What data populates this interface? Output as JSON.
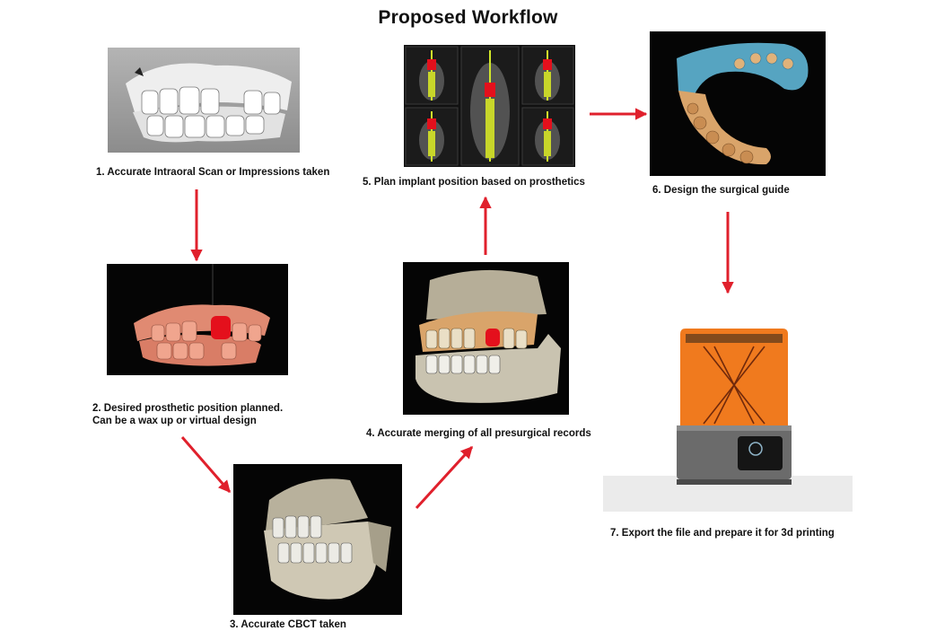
{
  "title": "Proposed Workflow",
  "steps": [
    {
      "label": "1. Accurate Intraoral Scan or Impressions taken"
    },
    {
      "label": "2. Desired prosthetic position planned.",
      "label_line2": "Can be a wax up or virtual design"
    },
    {
      "label": "3. Accurate CBCT taken"
    },
    {
      "label": "4. Accurate merging of all presurgical records"
    },
    {
      "label": "5. Plan implant position based on prosthetics"
    },
    {
      "label": "6. Design the surgical guide"
    },
    {
      "label": "7. Export the file and prepare it for 3d printing"
    }
  ],
  "colors": {
    "arrow": "#e0202c",
    "panel_dark": "#050505",
    "scan_gray": "#9a9a9a",
    "wax_peach": "#e8937a",
    "crown_red": "#e4101c",
    "bone": "#c9c3b0",
    "guide_cyan": "#5fb6d6",
    "model_tan": "#d9a46a",
    "printer_orange": "#f07a1e",
    "printer_body": "#6b6b6b"
  },
  "icons": {
    "step1": "dental-scan-model-image",
    "step2": "wax-up-design-image",
    "step3": "cbct-jaw-image",
    "step4": "merged-records-image",
    "step5": "implant-planning-slices-image",
    "step6": "surgical-guide-design-image",
    "step7": "3d-printer-image"
  }
}
